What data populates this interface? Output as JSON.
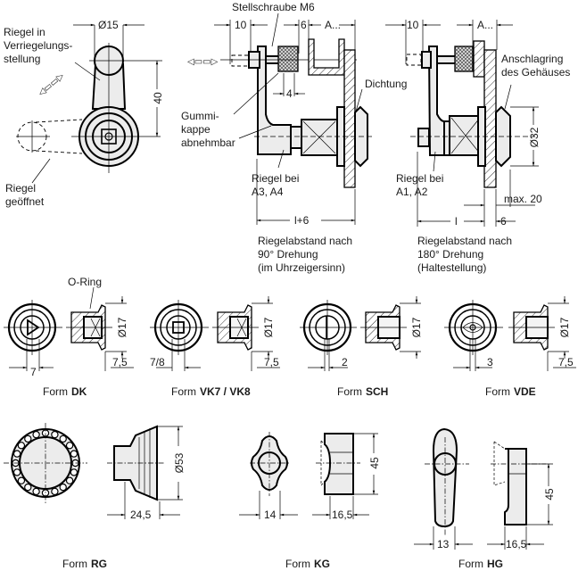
{
  "drawing": {
    "top_view": {
      "dim_diameter": "Ø15",
      "dim_length": "40",
      "label_locked": [
        "Riegel in",
        "Verriegelungs-",
        "stellung"
      ],
      "label_open": [
        "Riegel",
        "geöffnet"
      ]
    },
    "side_view_90": {
      "label_screw": "Stellschraube M6",
      "dim_10": "10",
      "dim_6": "6",
      "dim_a": "A...",
      "dim_4": "4",
      "label_seal": "Dichtung",
      "label_cap": [
        "Gummi-",
        "kappe",
        "abnehmbar"
      ],
      "label_latch": [
        "Riegel bei",
        "A3, A4"
      ],
      "dim_l6": "l+6",
      "caption": [
        "Riegelabstand nach",
        "90° Drehung",
        "(im Uhrzeigersinn)"
      ]
    },
    "side_view_180": {
      "dim_10": "10",
      "dim_a": "A...",
      "label_ring": [
        "Anschlagring",
        "des Gehäuses"
      ],
      "dim_d32": "Ø32",
      "label_latch": [
        "Riegel bei",
        "A1, A2"
      ],
      "dim_max": "max. 20",
      "dim_l": "l",
      "dim_6": "6",
      "caption": [
        "Riegelabstand nach",
        "180° Drehung",
        "(Haltestellung)"
      ]
    },
    "forms_row1": [
      {
        "prefix": "Form",
        "code": "DK",
        "dim_front": "7",
        "dim_d": "Ø17",
        "dim_side": "7,5",
        "extra_label": "O-Ring"
      },
      {
        "prefix": "Form",
        "code": "VK7 / VK8",
        "dim_front": "7/8",
        "dim_d": "Ø17",
        "dim_side": "7,5"
      },
      {
        "prefix": "Form",
        "code": "SCH",
        "dim_front": "2",
        "dim_d": "Ø17"
      },
      {
        "prefix": "Form",
        "code": "VDE",
        "dim_front": "3",
        "dim_d": "Ø17",
        "dim_side": "7,5"
      }
    ],
    "forms_row2": [
      {
        "prefix": "Form",
        "code": "RG",
        "dim_d": "Ø53",
        "dim_w": "24,5"
      },
      {
        "prefix": "Form",
        "code": "KG",
        "dim_front": "14",
        "dim_h": "45",
        "dim_w": "16,5"
      },
      {
        "prefix": "Form",
        "code": "HG",
        "dim_front": "13",
        "dim_h": "45",
        "dim_w": "16,5"
      }
    ],
    "arrow_symbol": "◁▭▭▷"
  }
}
